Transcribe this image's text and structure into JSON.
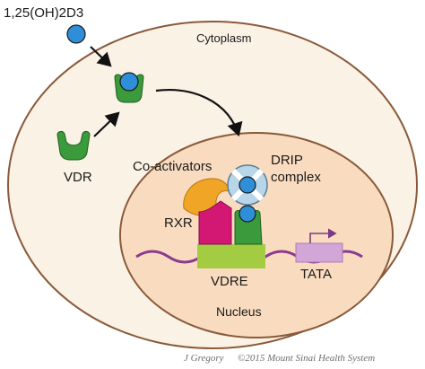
{
  "labels": {
    "ligand": "1,25(OH)2D3",
    "cytoplasm": "Cytoplasm",
    "vdr": "VDR",
    "coactivators": "Co-activators",
    "drip_line1": "DRIP",
    "drip_line2": "complex",
    "rxr": "RXR",
    "vdre": "VDRE",
    "tata": "TATA",
    "nucleus": "Nucleus"
  },
  "credit": {
    "author": "J Gregory",
    "text": "©2015 Mount Sinai Health System"
  },
  "colors": {
    "cytoplasm_fill": "#fbf2e6",
    "cytoplasm_stroke": "#8a5a3a",
    "nucleus_fill": "#f9dcc0",
    "nucleus_stroke": "#8a5a3a",
    "ligand_blue": "#2e8fd8",
    "vdr_green": "#3a9a3c",
    "coactivator_orange": "#f0a526",
    "rxr_magenta": "#d31873",
    "vdre_lime": "#a3cc43",
    "dna_purple": "#8b3a8f",
    "tata_lavender": "#d2a6d6",
    "drip_lightblue": "#b7d6ea"
  }
}
